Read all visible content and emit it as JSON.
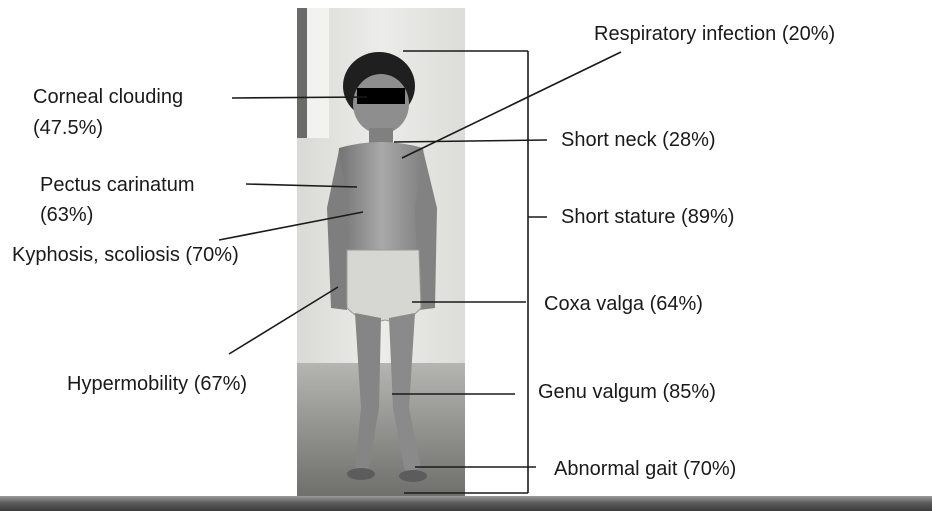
{
  "figure": {
    "labels": {
      "corneal_clouding": "Corneal clouding",
      "corneal_clouding_pct": "(47.5%)",
      "pectus_carinatum": "Pectus carinatum",
      "pectus_carinatum_pct": "(63%)",
      "kyphosis_scoliosis": "Kyphosis, scoliosis (70%)",
      "hypermobility": "Hypermobility (67%)",
      "respiratory_infection": "Respiratory infection (20%)",
      "short_neck": "Short neck (28%)",
      "short_stature": "Short stature (89%)",
      "coxa_valga": "Coxa valga (64%)",
      "genu_valgum": "Genu valgum (85%)",
      "abnormal_gait": "Abnormal gait (70%)"
    },
    "colors": {
      "line": "#1a1a1a",
      "photo_wall": "#e6e6e2",
      "photo_floor": "#8d8d8a",
      "skin": "#9c9c9c",
      "eye_bar": "#000000"
    }
  }
}
